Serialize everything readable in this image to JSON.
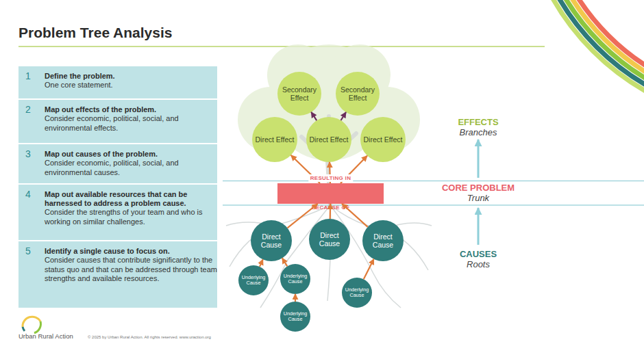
{
  "diagram": {
    "title": "Problem Tree Analysis",
    "nodes": [
      {
        "text": [
          "1",
          "Define the problem.",
          "One core statement."
        ]
      },
      {
        "text": [
          "2",
          "Map out effects of the problem.",
          "Consider economic, political, social, and environmental effects."
        ]
      },
      {
        "text": [
          "3",
          "Map out causes of the problem.",
          "Consider economic, political, social, and environmental causes."
        ]
      },
      {
        "text": [
          "4",
          "Map out available resources that can be harnessed to address a problem cause.",
          "Consider the strengths of your team and who is working on similar challenges."
        ]
      },
      {
        "text": [
          "5",
          "Identify a single cause to focus on.",
          "Consider causes that contribute significantly to the status quo and that can be addressed through team strengths and available resources."
        ]
      },
      {
        "text": [
          "Secondary Effect"
        ]
      },
      {
        "text": [
          "Secondary Effect"
        ]
      },
      {
        "text": [
          "Direct Effect"
        ]
      },
      {
        "text": [
          "Direct Effect"
        ]
      },
      {
        "text": [
          "Direct Effect"
        ]
      },
      {
        "text": [
          "RESULTING IN",
          "BECAUSE OF"
        ]
      },
      {
        "text": [
          "Direct Cause"
        ]
      },
      {
        "text": [
          "Direct Cause"
        ]
      },
      {
        "text": [
          "Direct Cause"
        ]
      },
      {
        "text": [
          "Underlying Cause"
        ]
      },
      {
        "text": [
          "Underlying Cause"
        ]
      },
      {
        "text": [
          "Underlying Cause"
        ]
      },
      {
        "text": [
          "Underlying Cause"
        ]
      }
    ],
    "edges": [
      {
        "from": 8,
        "to": 5,
        "arrow": "to"
      },
      {
        "from": 8,
        "to": 6,
        "arrow": "to"
      },
      {
        "from": 10,
        "to": 7,
        "arrow": "to"
      },
      {
        "from": 10,
        "to": 8,
        "arrow": "to"
      },
      {
        "from": 10,
        "to": 9,
        "arrow": "to"
      },
      {
        "from": 11,
        "to": 10,
        "arrow": "to"
      },
      {
        "from": 12,
        "to": 10,
        "arrow": "to"
      },
      {
        "from": 13,
        "to": 10,
        "arrow": "to"
      },
      {
        "from": 14,
        "to": 11,
        "arrow": "to"
      },
      {
        "from": 15,
        "to": 11,
        "arrow": "to"
      },
      {
        "from": 17,
        "to": 15,
        "arrow": "to"
      },
      {
        "from": 16,
        "to": 13,
        "arrow": "to"
      }
    ],
    "labels": [
      "EFFECTS",
      "Branches",
      "CORE PROBLEM",
      "Trunk",
      "CAUSES",
      "Roots",
      "Urban Rural Action",
      "© 2025 by Urban Rural Action. All rights reserved. www.uraction.org"
    ]
  }
}
